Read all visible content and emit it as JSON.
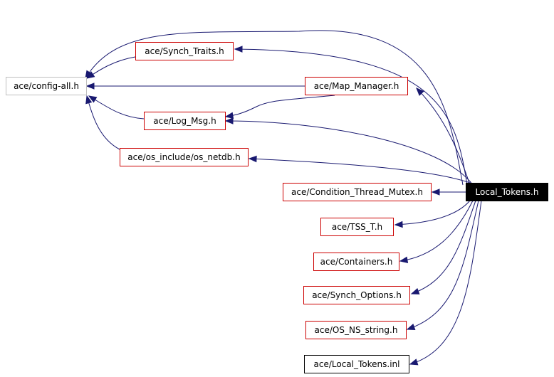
{
  "colors": {
    "edge": "#191970",
    "node_border_red": "#cc0000",
    "node_border_gray": "#bfbfbf",
    "node_border_black": "#000000",
    "root_fill": "#000000",
    "root_text": "#ffffff"
  },
  "nodes": {
    "local_tokens_h": "Local_Tokens.h",
    "config_all_h": "ace/config-all.h",
    "synch_traits_h": "ace/Synch_Traits.h",
    "map_manager_h": "ace/Map_Manager.h",
    "log_msg_h": "ace/Log_Msg.h",
    "os_netdb_h": "ace/os_include/os_netdb.h",
    "condition_thread_mutex_h": "ace/Condition_Thread_Mutex.h",
    "tss_t_h": "ace/TSS_T.h",
    "containers_h": "ace/Containers.h",
    "synch_options_h": "ace/Synch_Options.h",
    "os_ns_string_h": "ace/OS_NS_string.h",
    "local_tokens_inl": "ace/Local_Tokens.inl"
  },
  "edges": [
    {
      "from": "local_tokens_h",
      "to": "config_all_h"
    },
    {
      "from": "local_tokens_h",
      "to": "synch_traits_h"
    },
    {
      "from": "local_tokens_h",
      "to": "map_manager_h"
    },
    {
      "from": "local_tokens_h",
      "to": "log_msg_h"
    },
    {
      "from": "local_tokens_h",
      "to": "os_netdb_h"
    },
    {
      "from": "local_tokens_h",
      "to": "condition_thread_mutex_h"
    },
    {
      "from": "local_tokens_h",
      "to": "tss_t_h"
    },
    {
      "from": "local_tokens_h",
      "to": "containers_h"
    },
    {
      "from": "local_tokens_h",
      "to": "synch_options_h"
    },
    {
      "from": "local_tokens_h",
      "to": "os_ns_string_h"
    },
    {
      "from": "local_tokens_h",
      "to": "local_tokens_inl"
    },
    {
      "from": "synch_traits_h",
      "to": "config_all_h"
    },
    {
      "from": "map_manager_h",
      "to": "config_all_h"
    },
    {
      "from": "map_manager_h",
      "to": "log_msg_h"
    },
    {
      "from": "log_msg_h",
      "to": "config_all_h"
    },
    {
      "from": "os_netdb_h",
      "to": "config_all_h"
    }
  ]
}
